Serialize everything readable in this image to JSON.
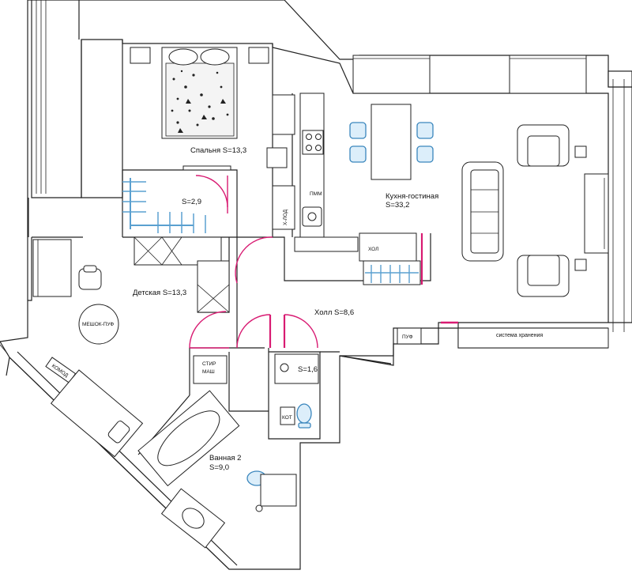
{
  "rooms": {
    "bedroom": "Спальня S=13,3",
    "closet": "S=2,9",
    "kitchen_name": "Кухня-гостиная",
    "kitchen_area": "S=33,2",
    "kids": "Детская  S=13,3",
    "hall": "Холл   S=8,6",
    "wc": "S=1,6",
    "bath_name": "Ванная 2",
    "bath_area": "S=9,0"
  },
  "furniture": {
    "pmm": "ПММ",
    "kholod": "Х-ЛОД",
    "hol": "ХОЛ",
    "puf_hall": "ПУФ",
    "storage": "система хранения",
    "meshok": "МЕШОК-ПУФ",
    "komod": "КОМОД",
    "stir_line1": "СТИР",
    "stir_line2": "МАШ",
    "kot": "КОТ"
  },
  "colors": {
    "door": "#d81b72",
    "wardrobe": "#5aa0d0",
    "chairs": "#3a86bd"
  }
}
